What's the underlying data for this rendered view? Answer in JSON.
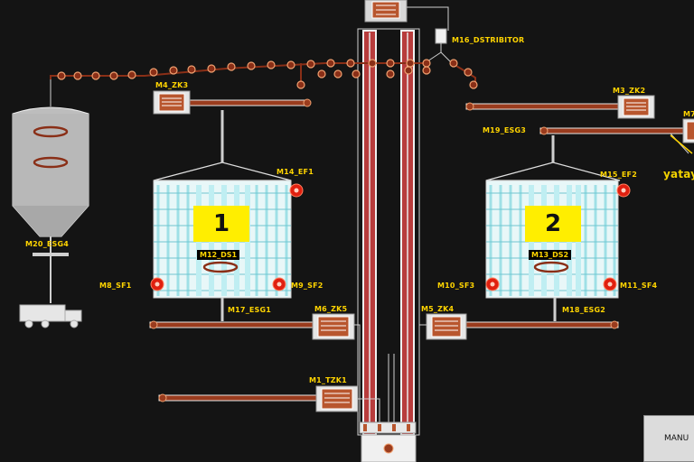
{
  "labels": {
    "m16_distributor": "M16_DSTRIBITOR",
    "m4_zk3": "M4_ZK3",
    "m3_zk2": "M3_ZK2",
    "m19_esg3": "M19_ESG3",
    "m14_ef1": "M14_EF1",
    "m15_ef2": "M15_EF2",
    "m20_esg4": "M20_ESG4",
    "m12_ds1": "M12_DS1",
    "m13_ds2": "M13_DS2",
    "m8_sf1": "M8_SF1",
    "m9_sf2": "M9_SF2",
    "m10_sf3": "M10_SF3",
    "m11_sf4": "M11_SF4",
    "m17_esg1": "M17_ESG1",
    "m18_esg2": "M18_ESG2",
    "m6_zk5": "M6_ZK5",
    "m5_zk4": "M5_ZK4",
    "m1_tzk1": "M1_TZK1",
    "yatay": "yatay",
    "m7_partial": "M7"
  },
  "silos": {
    "silo1_number": "1",
    "silo2_number": "2"
  },
  "buttons": {
    "manual": "MANU"
  },
  "colors": {
    "background": "#141414",
    "label": "#ffd400",
    "conveyor": "#9a3c1e",
    "pipe": "#d9d9d9",
    "silo_cell": "#9fe0e6",
    "silo_number_bg": "#ffee00",
    "fan_red": "#e02010"
  }
}
